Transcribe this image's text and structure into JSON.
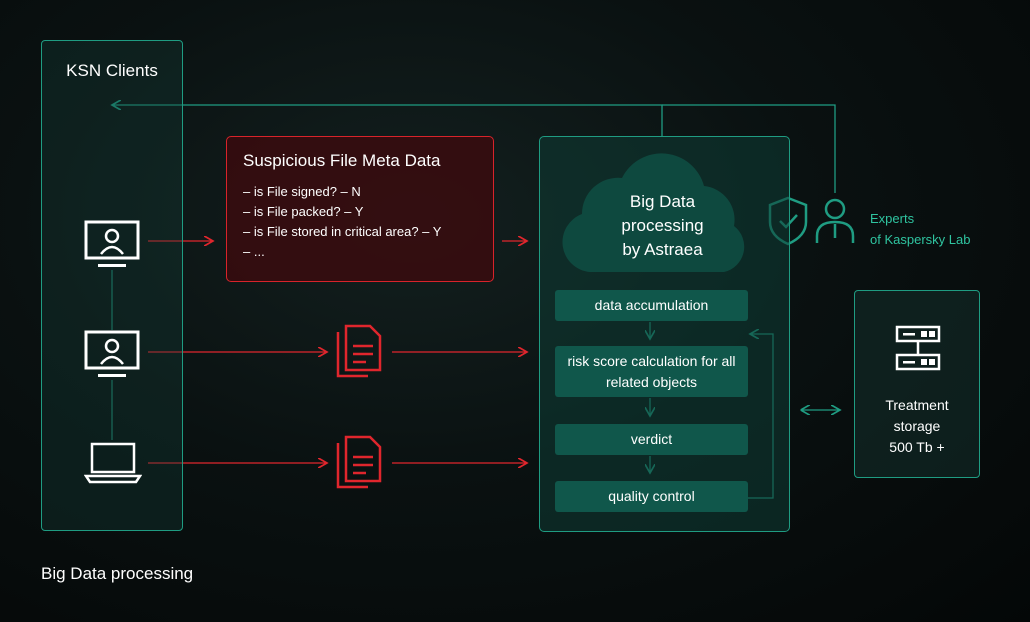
{
  "clients": {
    "title": "KSN Clients",
    "devices": [
      "monitor-user",
      "monitor-user",
      "laptop"
    ]
  },
  "meta": {
    "title": "Suspicious File Meta Data",
    "items": [
      "– is File signed? – N",
      "– is File packed? – Y",
      "– is File stored in critical area? – Y",
      "– ..."
    ]
  },
  "processing": {
    "cloud_label_lines": [
      "Big Data",
      "processing",
      "by Astraea"
    ],
    "steps": [
      "data accumulation",
      "risk score calculation for all related objects",
      "verdict",
      "quality control"
    ]
  },
  "experts": {
    "line1": "Experts",
    "line2": "of Kaspersky Lab"
  },
  "storage": {
    "line1": "Treatment",
    "line2": "storage",
    "line3": "500 Tb +"
  },
  "footer": "Big Data processing",
  "colors": {
    "teal": "#1f9c82",
    "red": "#d8232a",
    "step": "#10574b",
    "accent_text": "#2fc4a0"
  }
}
